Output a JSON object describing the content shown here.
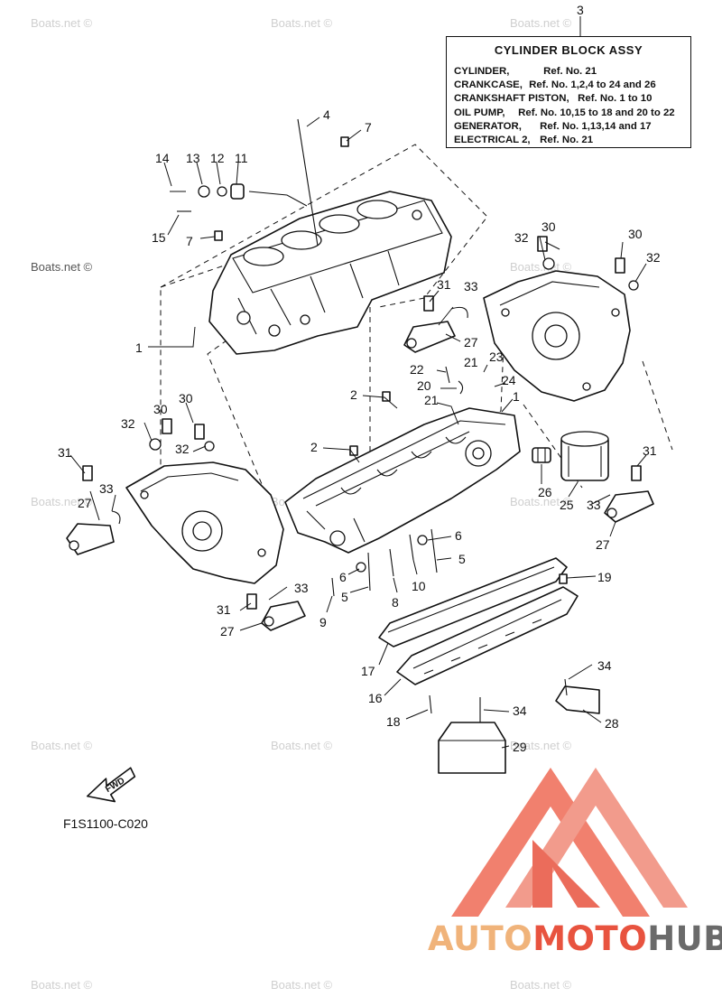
{
  "legend": {
    "title": "CYLINDER BLOCK ASSY",
    "rows": [
      {
        "label": "CYLINDER,",
        "refs": "Ref. No. 21"
      },
      {
        "label": "CRANKCASE,",
        "refs": "Ref. No. 1,2,4 to 24 and 26"
      },
      {
        "label": "CRANKSHAFT PISTON,",
        "refs": "Ref. No. 1 to 10"
      },
      {
        "label": "OIL PUMP,",
        "refs": "Ref. No. 10,15 to 18 and 20 to 22"
      },
      {
        "label": "GENERATOR,",
        "refs": "Ref. No. 1,13,14 and 17"
      },
      {
        "label": "ELECTRICAL 2,",
        "refs": "Ref. No. 21"
      }
    ]
  },
  "callouts": {
    "n1a": "1",
    "n1b": "1",
    "n2a": "2",
    "n2b": "2",
    "n3": "3",
    "n4": "4",
    "n5a": "5",
    "n5b": "5",
    "n6a": "6",
    "n6b": "6",
    "n7a": "7",
    "n7b": "7",
    "n8": "8",
    "n9": "9",
    "n10": "10",
    "n11": "11",
    "n12": "12",
    "n13": "13",
    "n14": "14",
    "n15": "15",
    "n16": "16",
    "n17": "17",
    "n18": "18",
    "n19": "19",
    "n20": "20",
    "n21a": "21",
    "n21b": "21",
    "n22": "22",
    "n23": "23",
    "n24": "24",
    "n25": "25",
    "n26": "26",
    "n27a": "27",
    "n27b": "27",
    "n27c": "27",
    "n27d": "27",
    "n28": "28",
    "n29": "29",
    "n30a": "30",
    "n30b": "30",
    "n30c": "30",
    "n30d": "30",
    "n31a": "31",
    "n31b": "31",
    "n31c": "31",
    "n31d": "31",
    "n32a": "32",
    "n32b": "32",
    "n32c": "32",
    "n32d": "32",
    "n33a": "33",
    "n33b": "33",
    "n33c": "33",
    "n33d": "33",
    "n34a": "34",
    "n34b": "34"
  },
  "watermark": "Boats.net ©",
  "fwd_label": "FWD",
  "diagram_code": "F1S1100-C020",
  "logo": {
    "part1": "AUTO",
    "part2": "MOTO",
    "part3": "HUB",
    "colors": {
      "triangle": "#e8533f",
      "auto": "#f0b37a",
      "moto": "#e8533f",
      "hub": "#6a6a6a"
    }
  }
}
